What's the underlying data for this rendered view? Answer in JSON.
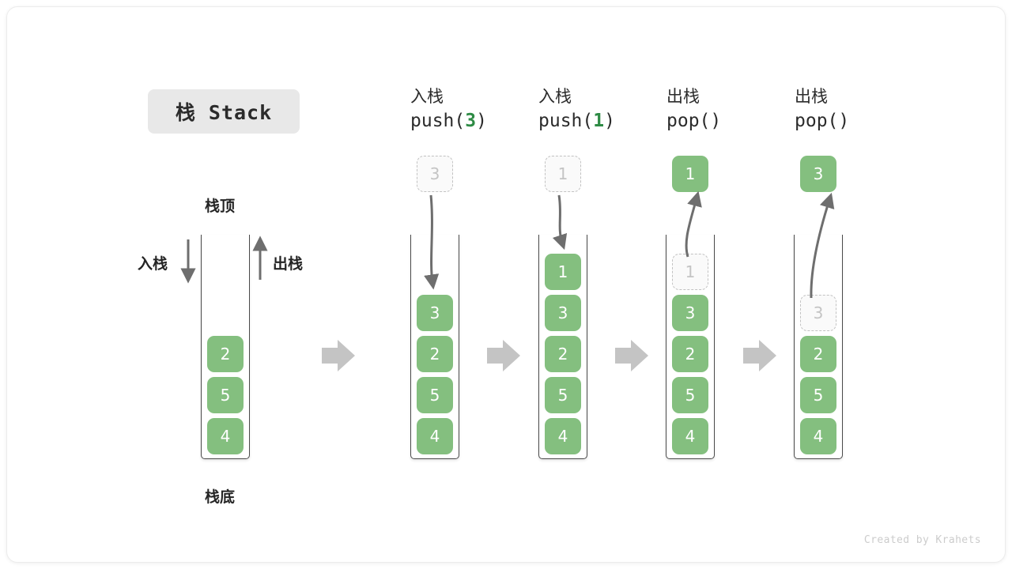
{
  "title": {
    "text": "栈 Stack"
  },
  "legend": {
    "top_label": "栈顶",
    "bottom_label": "栈底",
    "push_label": "入栈",
    "pop_label": "出栈"
  },
  "colors": {
    "cell_fill": "#84bf7f",
    "cell_text": "#ffffff",
    "ghost_fill": "#fafafa",
    "ghost_border": "#c2c2c2",
    "ghost_text": "#c4c4c4",
    "tube_stroke": "#4a4a4a",
    "arrow_gray": "#6e6e6e",
    "transition_arrow": "#c4c4c4",
    "accent_green": "#2e8b45",
    "chip_bg": "#e8e8e8"
  },
  "initial_stack": {
    "name": "initial",
    "cells": [
      "2",
      "5",
      "4"
    ]
  },
  "steps": [
    {
      "op_cn": "入栈",
      "op_code_prefix": "push(",
      "op_code_arg": "3",
      "op_code_suffix": ")",
      "floating_cell": {
        "value": "3",
        "state": "ghost"
      },
      "cells": [
        "3",
        "2",
        "5",
        "4"
      ],
      "ghost_index": -1
    },
    {
      "op_cn": "入栈",
      "op_code_prefix": "push(",
      "op_code_arg": "1",
      "op_code_suffix": ")",
      "floating_cell": {
        "value": "1",
        "state": "ghost"
      },
      "cells": [
        "1",
        "3",
        "2",
        "5",
        "4"
      ],
      "ghost_index": -1
    },
    {
      "op_cn": "出栈",
      "op_code_prefix": "pop(",
      "op_code_arg": "",
      "op_code_suffix": ")",
      "floating_cell": {
        "value": "1",
        "state": "solid"
      },
      "cells": [
        "1",
        "3",
        "2",
        "5",
        "4"
      ],
      "ghost_index": 0
    },
    {
      "op_cn": "出栈",
      "op_code_prefix": "pop(",
      "op_code_arg": "",
      "op_code_suffix": ")",
      "floating_cell": {
        "value": "3",
        "state": "solid"
      },
      "cells": [
        "3",
        "2",
        "5",
        "4"
      ],
      "ghost_index": 0
    }
  ],
  "footer": {
    "credit": "Created by Krahets"
  }
}
